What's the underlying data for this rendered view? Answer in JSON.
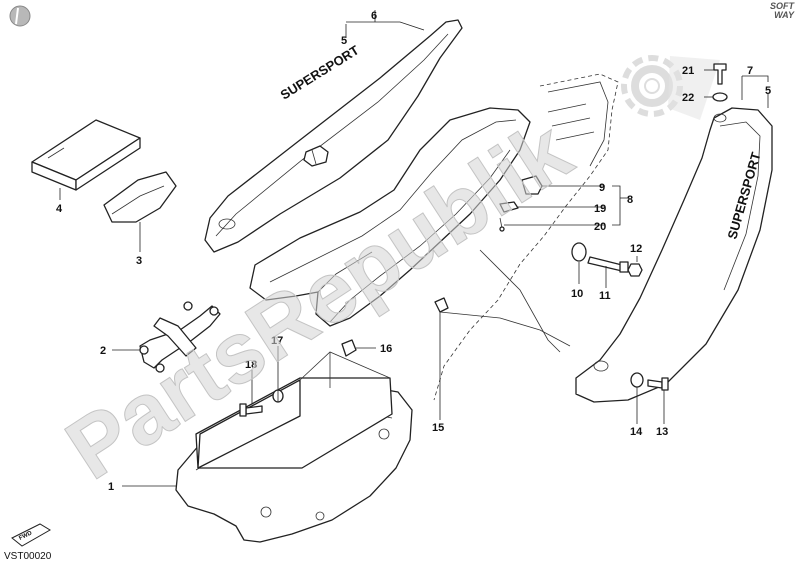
{
  "watermark": "PartsRepublik",
  "decal_text": "SUPERSPORT",
  "reference_code": "VST00020",
  "fwd_label": "FWD",
  "brand_logo": [
    "SOFT",
    "WAY"
  ],
  "callouts": {
    "c1": "1",
    "c2": "2",
    "c3": "3",
    "c4": "4",
    "c5a": "5",
    "c5b": "5",
    "c6": "6",
    "c7": "7",
    "c8": "8",
    "c9": "9",
    "c10": "10",
    "c11": "11",
    "c12": "12",
    "c13": "13",
    "c14": "14",
    "c15": "15",
    "c16": "16",
    "c17": "17",
    "c18": "18",
    "c19": "19",
    "c20": "20",
    "c21": "21",
    "c22": "22"
  },
  "colors": {
    "line": "#222222",
    "watermark": "#d4d4d4",
    "background": "#ffffff"
  },
  "icons": {
    "top_left": "circle-icon",
    "watermark_emblem": "gear-icon"
  }
}
